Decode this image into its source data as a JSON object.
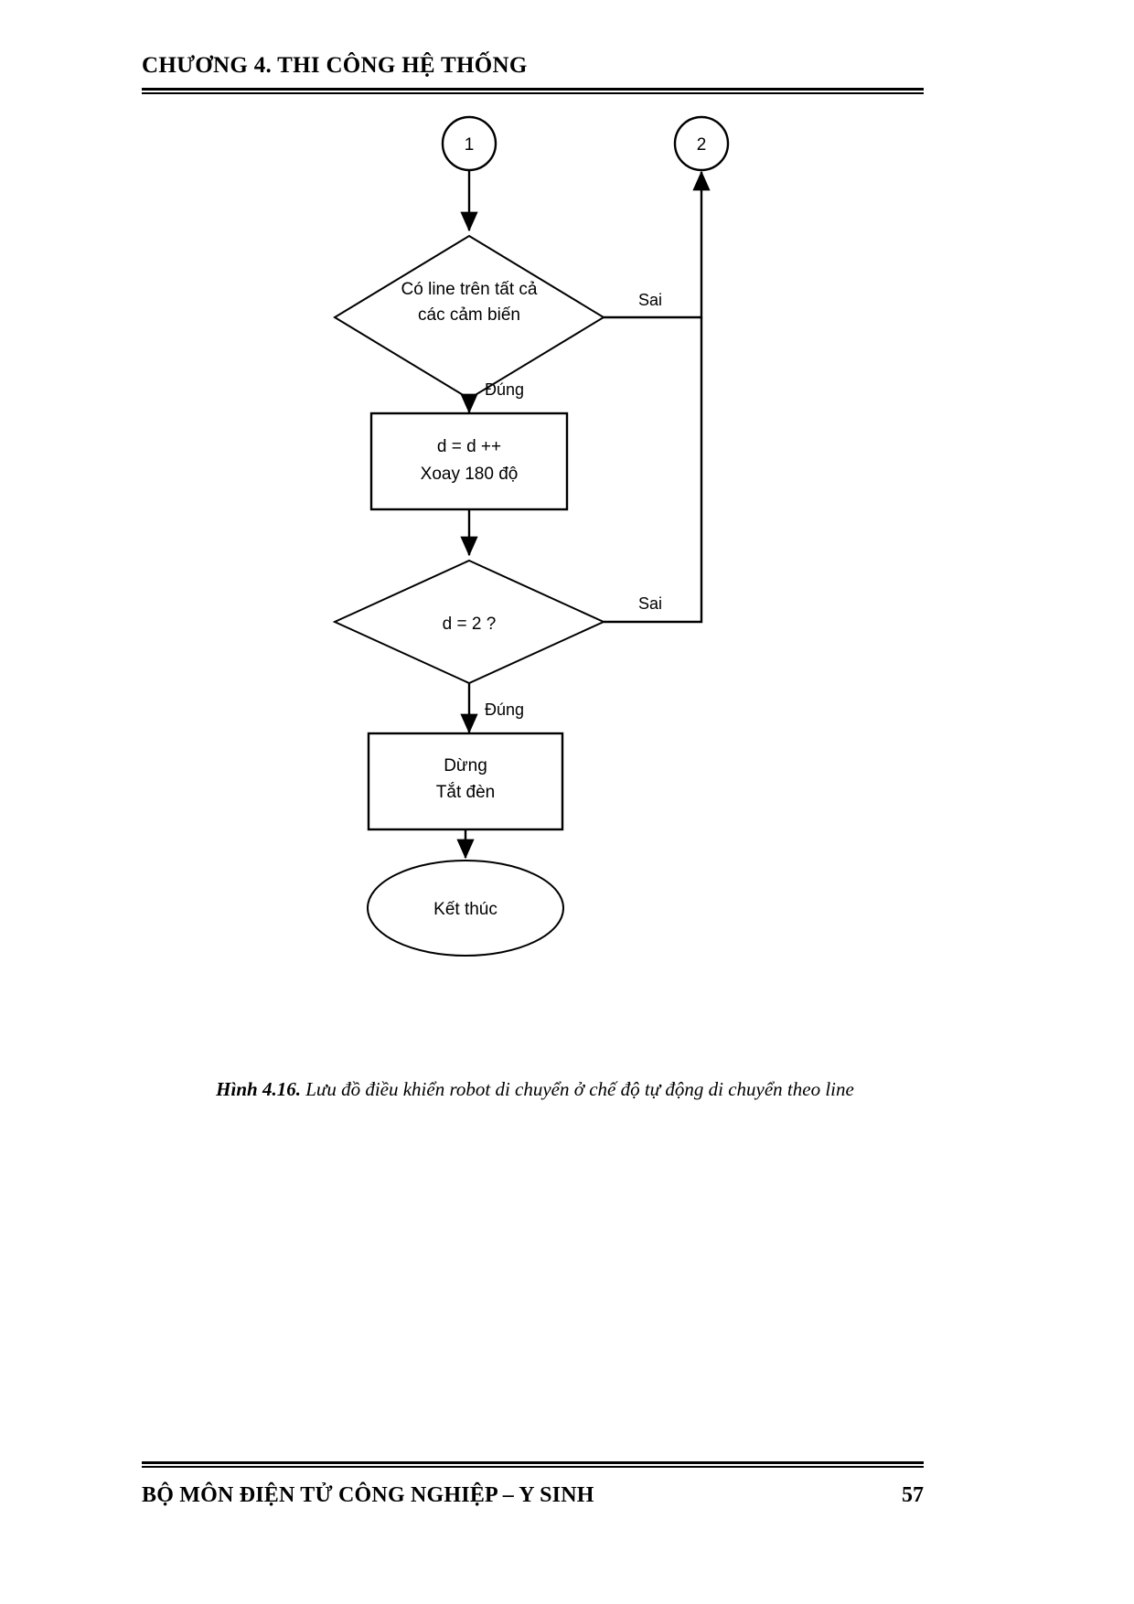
{
  "document": {
    "header_title": "CHƯƠNG 4. THI CÔNG HỆ THỐNG",
    "footer_text": "BỘ MÔN ĐIỆN TỬ CÔNG NGHIỆP – Y SINH",
    "page_number": "57",
    "caption_number": "Hình 4.16.",
    "caption_text": " Lưu đồ điều khiển robot di chuyển ở chế độ tự động di chuyển theo line"
  },
  "flowchart": {
    "title": "Lưu đồ điều khiển robot di chuyển ở chế độ tự động di chuyển theo line",
    "connector_in": "1",
    "connector_out": "2",
    "decision_1": {
      "line1": "Có line trên tất cả",
      "line2": "các cảm biến",
      "false_label": "Sai",
      "true_label": "Đúng"
    },
    "process_1": {
      "line1": "d = d ++",
      "line2": "Xoay 180 độ"
    },
    "decision_2": {
      "line1": "d = 2 ?",
      "false_label": "Sai",
      "true_label": "Đúng"
    },
    "process_2": {
      "line1": "Dừng",
      "line2": "Tắt đèn"
    },
    "terminator": "Kết thúc",
    "colors": {
      "stroke": "#000000",
      "fill": "#ffffff",
      "text": "#000000"
    }
  }
}
